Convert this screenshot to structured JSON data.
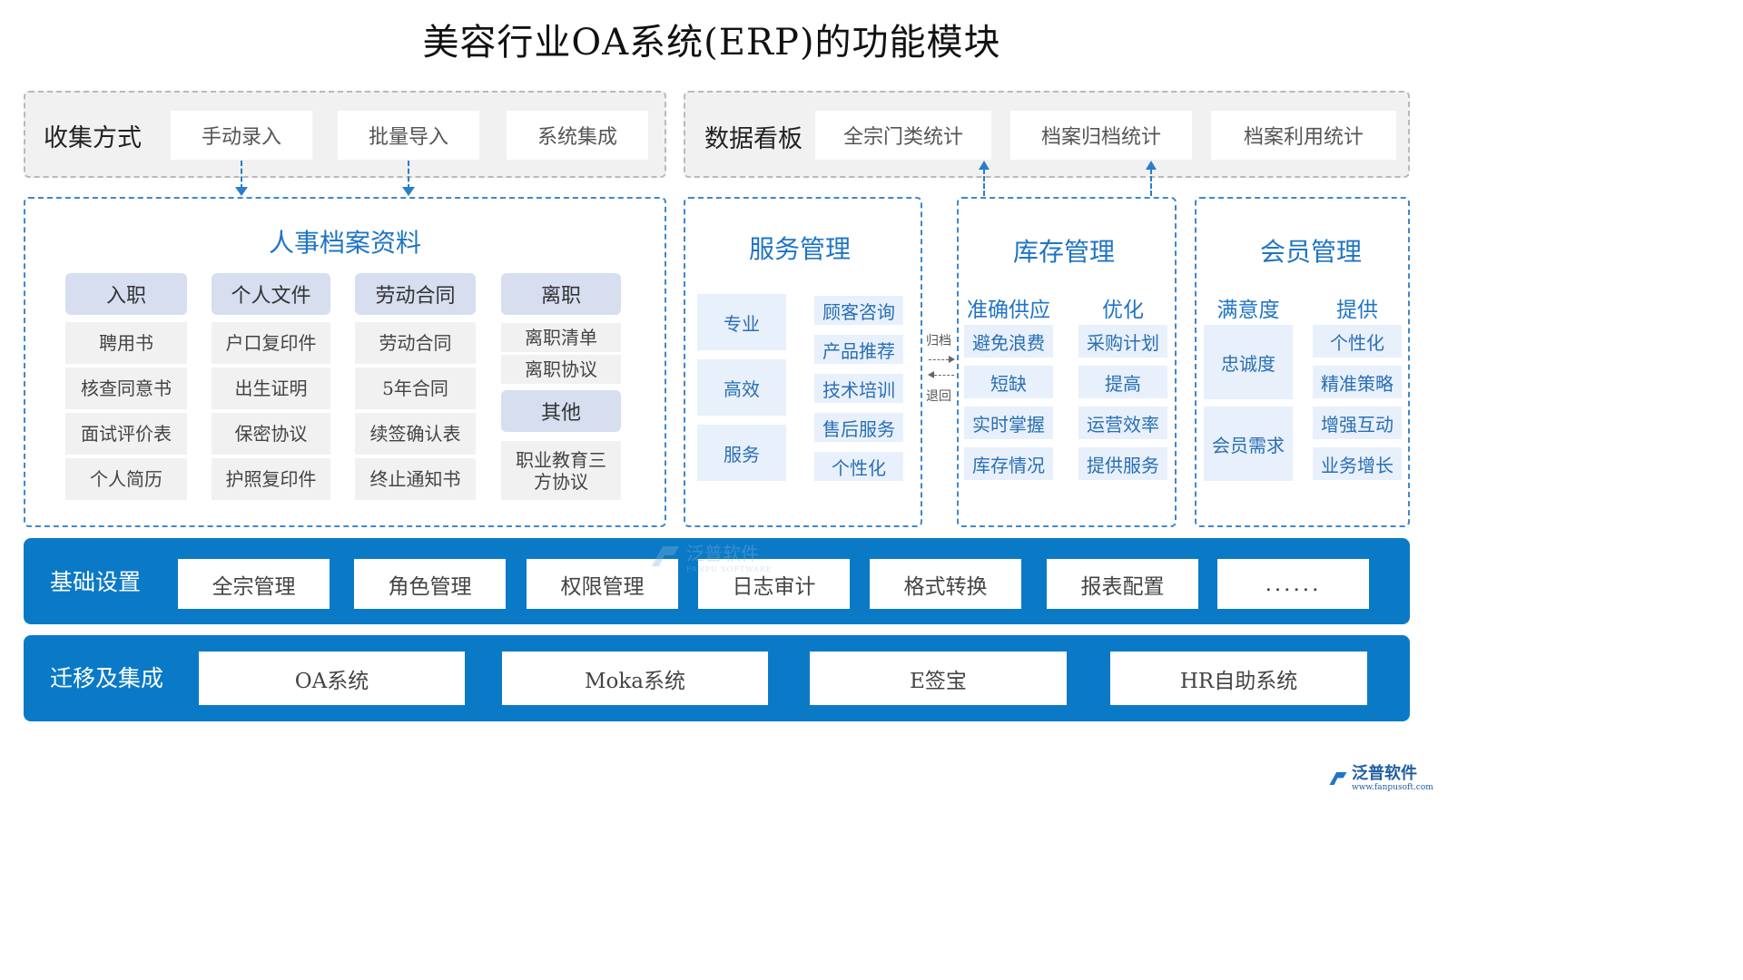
{
  "title": "美容行业OA系统(ERP)的功能模块",
  "collect": {
    "label": "收集方式",
    "items": [
      "手动录入",
      "批量导入",
      "系统集成"
    ]
  },
  "dashboard": {
    "label": "数据看板",
    "items": [
      "全宗门类统计",
      "档案归档统计",
      "档案利用统计"
    ]
  },
  "hr": {
    "title": "人事档案资料",
    "columns": [
      {
        "header": "入职",
        "items": [
          "聘用书",
          "核查同意书",
          "面试评价表",
          "个人简历"
        ]
      },
      {
        "header": "个人文件",
        "items": [
          "户口复印件",
          "出生证明",
          "保密协议",
          "护照复印件"
        ]
      },
      {
        "header": "劳动合同",
        "items": [
          "劳动合同",
          "5年合同",
          "续签确认表",
          "终止通知书"
        ]
      },
      {
        "header": "离职",
        "items": [
          "离职清单",
          "离职协议"
        ],
        "header2": "其他",
        "items2": [
          "职业教育三方协议"
        ]
      }
    ]
  },
  "service": {
    "title": "服务管理",
    "left": [
      "专业",
      "高效",
      "服务"
    ],
    "right": [
      "顾客咨询",
      "产品推荐",
      "技术培训",
      "售后服务",
      "个性化"
    ]
  },
  "flow": {
    "top": "归档",
    "bottom": "退回"
  },
  "inventory": {
    "title": "库存管理",
    "left_header": "准确供应",
    "right_header": "优化",
    "left": [
      "避免浪费",
      "短缺",
      "实时掌握",
      "库存情况"
    ],
    "right": [
      "采购计划",
      "提高",
      "运营效率",
      "提供服务"
    ]
  },
  "member": {
    "title": "会员管理",
    "left_header": "满意度",
    "right_header": "提供",
    "left": [
      "忠诚度",
      "会员需求"
    ],
    "right": [
      "个性化",
      "精准策略",
      "增强互动",
      "业务增长"
    ]
  },
  "base": {
    "label": "基础设置",
    "items": [
      "全宗管理",
      "角色管理",
      "权限管理",
      "日志审计",
      "格式转换",
      "报表配置",
      "......"
    ]
  },
  "migrate": {
    "label": "迁移及集成",
    "items": [
      "OA系统",
      "Moka系统",
      "E签宝",
      "HR自助系统"
    ]
  },
  "watermark": {
    "name": "泛普软件",
    "sub": "FANPU SOFTWARE"
  },
  "logo": {
    "name": "泛普软件",
    "url": "www.fanpusoft.com"
  },
  "colors": {
    "accent": "#1f74c4",
    "band": "#0b7ac6",
    "header_fill": "#d6deef"
  }
}
